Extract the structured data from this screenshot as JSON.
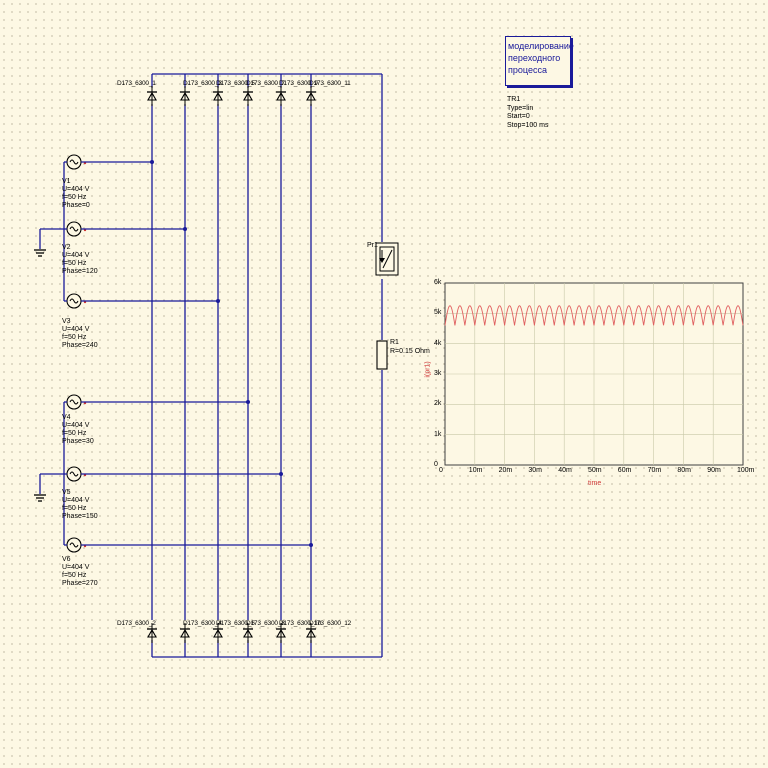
{
  "diodes_top": [
    "D173_6300_1",
    "D173_6300_3",
    "D173_6300_5",
    "D173_6300_7",
    "D173_6300_9",
    "D173_6300_11"
  ],
  "diodes_bottom": [
    "D173_6300_2",
    "D173_6300_4",
    "D173_6300_6",
    "D173_6300_8",
    "D173_6300_10",
    "D173_6300_12"
  ],
  "sources": [
    {
      "name": "V1",
      "u": "U=404 V",
      "f": "f=50 Hz",
      "phase": "Phase=0"
    },
    {
      "name": "V2",
      "u": "U=404 V",
      "f": "f=50 Hz",
      "phase": "Phase=120"
    },
    {
      "name": "V3",
      "u": "U=404 V",
      "f": "f=50 Hz",
      "phase": "Phase=240"
    },
    {
      "name": "V4",
      "u": "U=404 V",
      "f": "f=50 Hz",
      "phase": "Phase=30"
    },
    {
      "name": "V5",
      "u": "U=404 V",
      "f": "f=50 Hz",
      "phase": "Phase=150"
    },
    {
      "name": "V6",
      "u": "U=404 V",
      "f": "f=50 Hz",
      "phase": "Phase=270"
    }
  ],
  "probe": {
    "name": "Pr1"
  },
  "resistor": {
    "name": "R1",
    "value": "R=0.15 Ohm"
  },
  "note": {
    "lines": [
      "моделирование",
      "переходного",
      "процесса"
    ]
  },
  "transient": {
    "name": "TR1",
    "type": "Type=lin",
    "start": "Start=0",
    "stop": "Stop=100 ms"
  },
  "colors": {
    "wire": "#1a1a9a",
    "component": "#000000",
    "plot_trace": "#e06060",
    "grid": "#c8c8a8",
    "source_pin": "#d03030"
  },
  "chart_data": {
    "type": "line",
    "xlabel": "time",
    "ylabel": "i(pr1)",
    "xlim": [
      0,
      100
    ],
    "ylim": [
      0,
      6000
    ],
    "x_ticks": [
      "0",
      "10m",
      "20m",
      "30m",
      "40m",
      "50m",
      "60m",
      "70m",
      "80m",
      "90m",
      "100m"
    ],
    "y_ticks": [
      "0",
      "1k",
      "2k",
      "3k",
      "4k",
      "5k",
      "6k"
    ],
    "series": [
      {
        "ripple_period_ms": 3.333,
        "min": 4600,
        "max": 5250
      }
    ]
  }
}
